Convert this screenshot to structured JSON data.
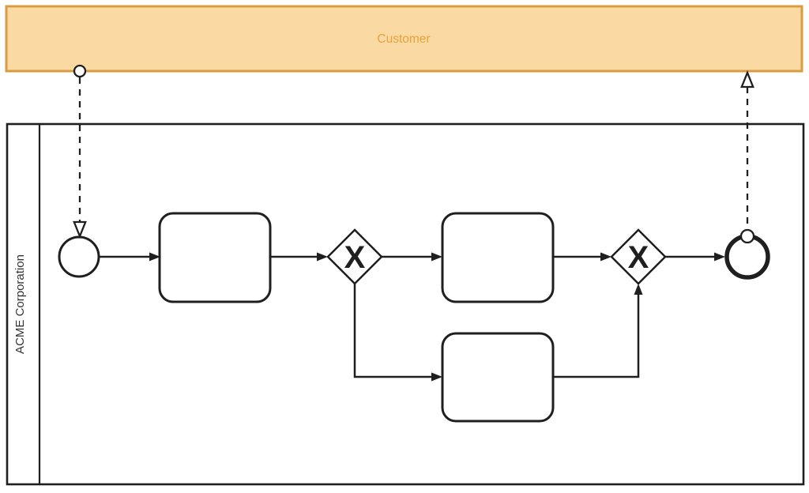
{
  "diagram": {
    "type": "bpmn-collaboration",
    "pools": [
      {
        "id": "customer-pool",
        "label": "Customer",
        "collapsed": true
      },
      {
        "id": "acme-pool",
        "label": "ACME Corporation",
        "collapsed": false
      }
    ],
    "nodes": [
      {
        "id": "start-event",
        "type": "start-event",
        "label": ""
      },
      {
        "id": "task-1",
        "type": "task",
        "label": ""
      },
      {
        "id": "gateway-1",
        "type": "exclusive-gateway",
        "symbol": "X"
      },
      {
        "id": "task-2",
        "type": "task",
        "label": ""
      },
      {
        "id": "task-3",
        "type": "task",
        "label": ""
      },
      {
        "id": "gateway-2",
        "type": "exclusive-gateway",
        "symbol": "X"
      },
      {
        "id": "end-event",
        "type": "end-event",
        "label": ""
      }
    ],
    "flows": [
      {
        "from": "customer-pool",
        "to": "start-event",
        "type": "message"
      },
      {
        "from": "start-event",
        "to": "task-1",
        "type": "sequence"
      },
      {
        "from": "task-1",
        "to": "gateway-1",
        "type": "sequence"
      },
      {
        "from": "gateway-1",
        "to": "task-2",
        "type": "sequence"
      },
      {
        "from": "gateway-1",
        "to": "task-3",
        "type": "sequence"
      },
      {
        "from": "task-2",
        "to": "gateway-2",
        "type": "sequence"
      },
      {
        "from": "task-3",
        "to": "gateway-2",
        "type": "sequence"
      },
      {
        "from": "gateway-2",
        "to": "end-event",
        "type": "sequence"
      },
      {
        "from": "end-event",
        "to": "customer-pool",
        "type": "message"
      }
    ]
  },
  "colors": {
    "customer_fill": "#FAD9A2",
    "customer_stroke": "#D99C42",
    "customer_text": "#E8A33E",
    "line": "#1f1f1f"
  }
}
